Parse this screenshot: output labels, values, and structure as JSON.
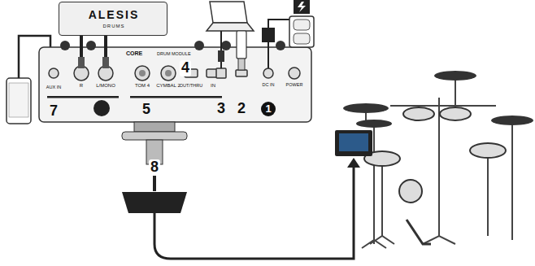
{
  "diagram": {
    "nodes": [
      {
        "text": [
          "ALESIS",
          "DRUMS"
        ]
      },
      {
        "text": [
          "CORE",
          "DRUM MODULE"
        ]
      }
    ],
    "edges": [
      {
        "from": 0,
        "to": 1,
        "arrow": "none"
      },
      {
        "from": 0,
        "to": 1,
        "arrow": "none"
      }
    ],
    "labels": [
      "AUX IN",
      "R",
      "L/MONO",
      "TOM 4",
      "CYMBAL 2",
      "OUT/THRU",
      "IN",
      "DC IN",
      "POWER",
      "7",
      "5",
      "4",
      "3",
      "2",
      "1",
      "8"
    ]
  }
}
